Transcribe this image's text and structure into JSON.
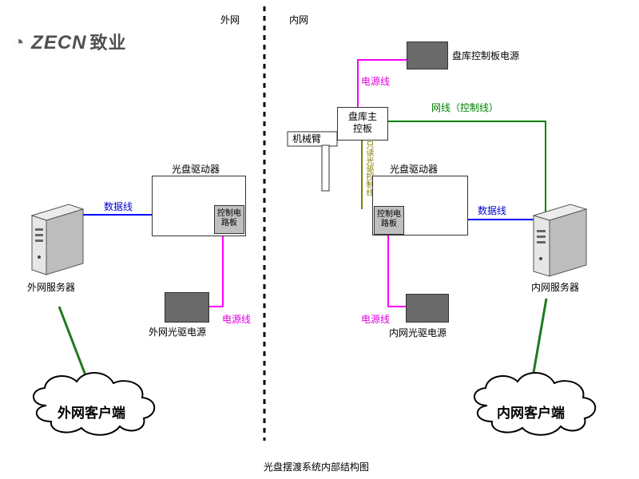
{
  "logo": {
    "brand": "ZECN",
    "brand_cn": "致业"
  },
  "zones": {
    "outer": "外网",
    "inner": "内网"
  },
  "outer": {
    "drive_title": "光盘驱动器",
    "ctrl_board": "控制电路板",
    "data_line": "数据线",
    "power_line": "电源线",
    "drive_power": "外网光驱电源",
    "server": "外网服务器",
    "client": "外网客户端"
  },
  "inner": {
    "main_board": "盘库主控板",
    "board_power": "盘库控制板电源",
    "power_line_top": "电源线",
    "net_line": "网线（控制线）",
    "arm": "机械臂",
    "olive_line": "只读光驱控制线",
    "drive_title": "光盘驱动器",
    "ctrl_board": "控制电路板",
    "data_line": "数据线",
    "power_line": "电源线",
    "drive_power": "内网光驱电源",
    "server": "内网服务器",
    "client": "内网客户端"
  },
  "caption": "光盘摆渡系统内部结构图",
  "colors": {
    "data_line": "#0000ff",
    "power_line": "#ff00ff",
    "net_line": "#008000",
    "control_line": "#808000",
    "divider": "#000000"
  }
}
